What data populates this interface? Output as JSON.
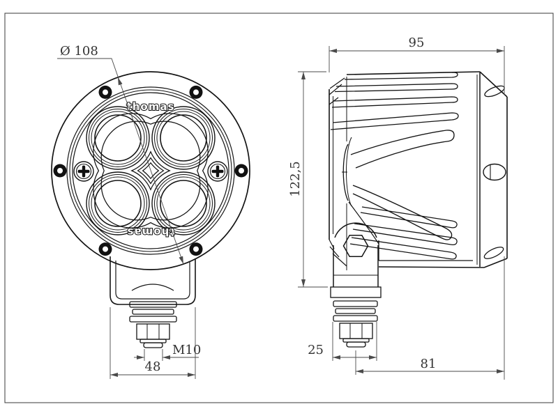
{
  "brand": "thomas",
  "front_view": {
    "diameter": "Ø 108",
    "thread": "M10",
    "bracket_width": "48"
  },
  "side_view": {
    "depth": "95",
    "height": "122,5",
    "washer_width": "25",
    "mount_offset": "81"
  },
  "colors": {
    "line": "#141414",
    "dimension": "#4a4a4a",
    "background": "#ffffff"
  }
}
